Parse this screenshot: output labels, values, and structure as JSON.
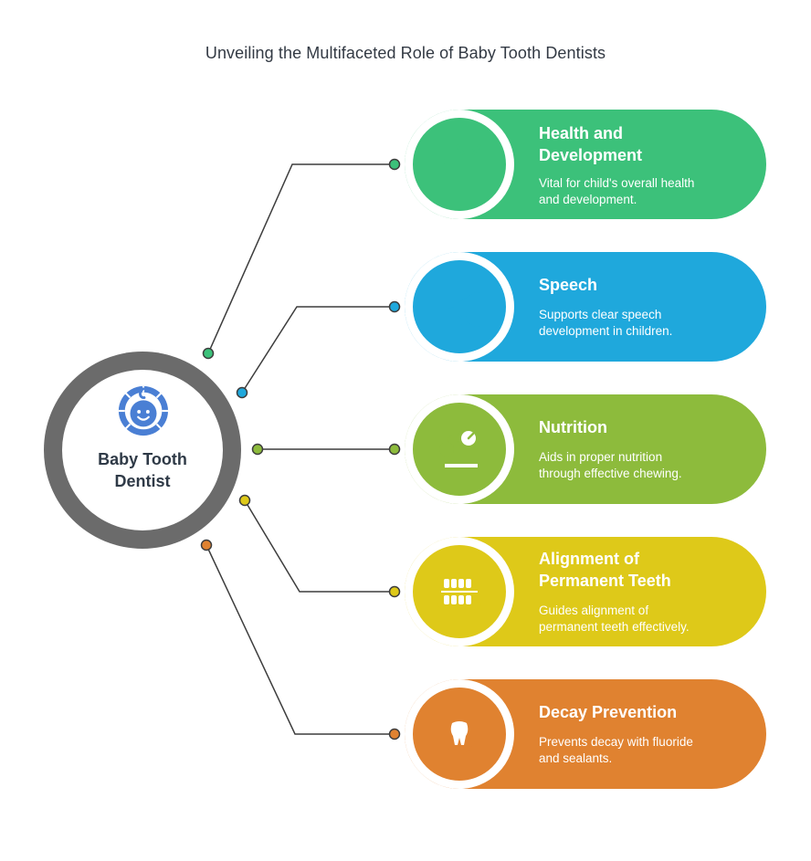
{
  "title": "Unveiling the Multifaceted Role of Baby Tooth Dentists",
  "center": {
    "label_line1": "Baby Tooth",
    "label_line2": "Dentist",
    "icon": "smiling-baby-face-icon",
    "color": "#6b6b6b",
    "icon_color": "#4a7fd4"
  },
  "items": [
    {
      "title_line1": "Health and",
      "title_line2": "Development",
      "desc_line1": "Vital for child's overall health",
      "desc_line2": "and development.",
      "icon": "parent-and-child-icon",
      "color": "#3cc17a"
    },
    {
      "title_line1": "Speech",
      "title_line2": "",
      "desc_line1": "Supports clear speech",
      "desc_line2": "development in children.",
      "icon": "speaking-megaphone-icon",
      "color": "#1fa8dc"
    },
    {
      "title_line1": "Nutrition",
      "title_line2": "",
      "desc_line1": "Aids in proper nutrition",
      "desc_line2": "through effective chewing.",
      "icon": "apple-scale-icon",
      "color": "#8dbb3c"
    },
    {
      "title_line1": "Alignment of",
      "title_line2": "Permanent Teeth",
      "desc_line1": "Guides alignment of",
      "desc_line2": "permanent teeth effectively.",
      "icon": "teeth-alignment-icon",
      "color": "#dec919"
    },
    {
      "title_line1": "Decay Prevention",
      "title_line2": "",
      "desc_line1": "Prevents decay with fluoride",
      "desc_line2": "and sealants.",
      "icon": "tooth-shield-icon",
      "color": "#e08230"
    }
  ]
}
